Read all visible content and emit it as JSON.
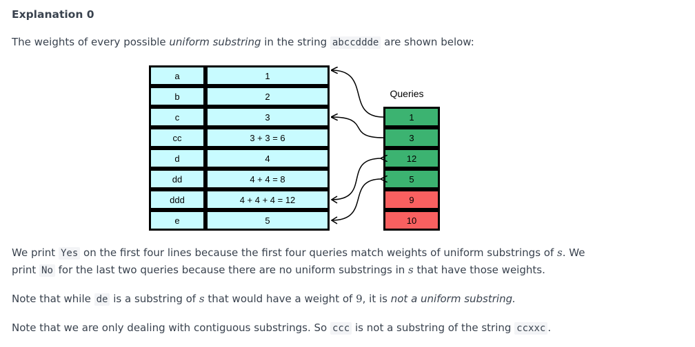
{
  "heading": "Explanation 0",
  "intro": {
    "t1": "The weights of every possible ",
    "em": "uniform substring",
    "t2": " in the string ",
    "code": "abccddde",
    "t3": " are shown below:"
  },
  "table": {
    "rows": [
      {
        "substring": "a",
        "weight": "1"
      },
      {
        "substring": "b",
        "weight": "2"
      },
      {
        "substring": "c",
        "weight": "3"
      },
      {
        "substring": "cc",
        "weight": "3 + 3 = 6"
      },
      {
        "substring": "d",
        "weight": "4"
      },
      {
        "substring": "dd",
        "weight": "4 + 4 = 8"
      },
      {
        "substring": "ddd",
        "weight": "4 + 4 + 4 = 12"
      },
      {
        "substring": "e",
        "weight": "5"
      }
    ]
  },
  "queries": {
    "label": "Queries",
    "items": [
      {
        "value": "1",
        "match": true
      },
      {
        "value": "3",
        "match": true
      },
      {
        "value": "12",
        "match": true
      },
      {
        "value": "5",
        "match": true
      },
      {
        "value": "9",
        "match": false
      },
      {
        "value": "10",
        "match": false
      }
    ]
  },
  "colors": {
    "table_fill": "#c8fbff",
    "match": "#3cb371",
    "nomatch": "#f96060"
  },
  "p1": {
    "t1": "We print ",
    "c1": "Yes",
    "t2": " on the first four lines because the first four queries match weights of uniform substrings of ",
    "m1": "s",
    "t3": ". We",
    "t4": "print ",
    "c2": "No",
    "t5": " for the last two queries because there are no uniform substrings in ",
    "m2": "s",
    "t6": " that have those weights."
  },
  "p2": {
    "t1": "Note that while ",
    "c1": "de",
    "t2": " is a substring of ",
    "m1": "s",
    "t3": " that would have a weight of ",
    "m2": "9",
    "t4": ", it is ",
    "em": "not a uniform substring."
  },
  "p3": {
    "t1": "Note that we are only dealing with contiguous substrings. So ",
    "c1": "ccc",
    "t2": " is not a substring of the string ",
    "c2": "ccxxc",
    "t3": "."
  }
}
